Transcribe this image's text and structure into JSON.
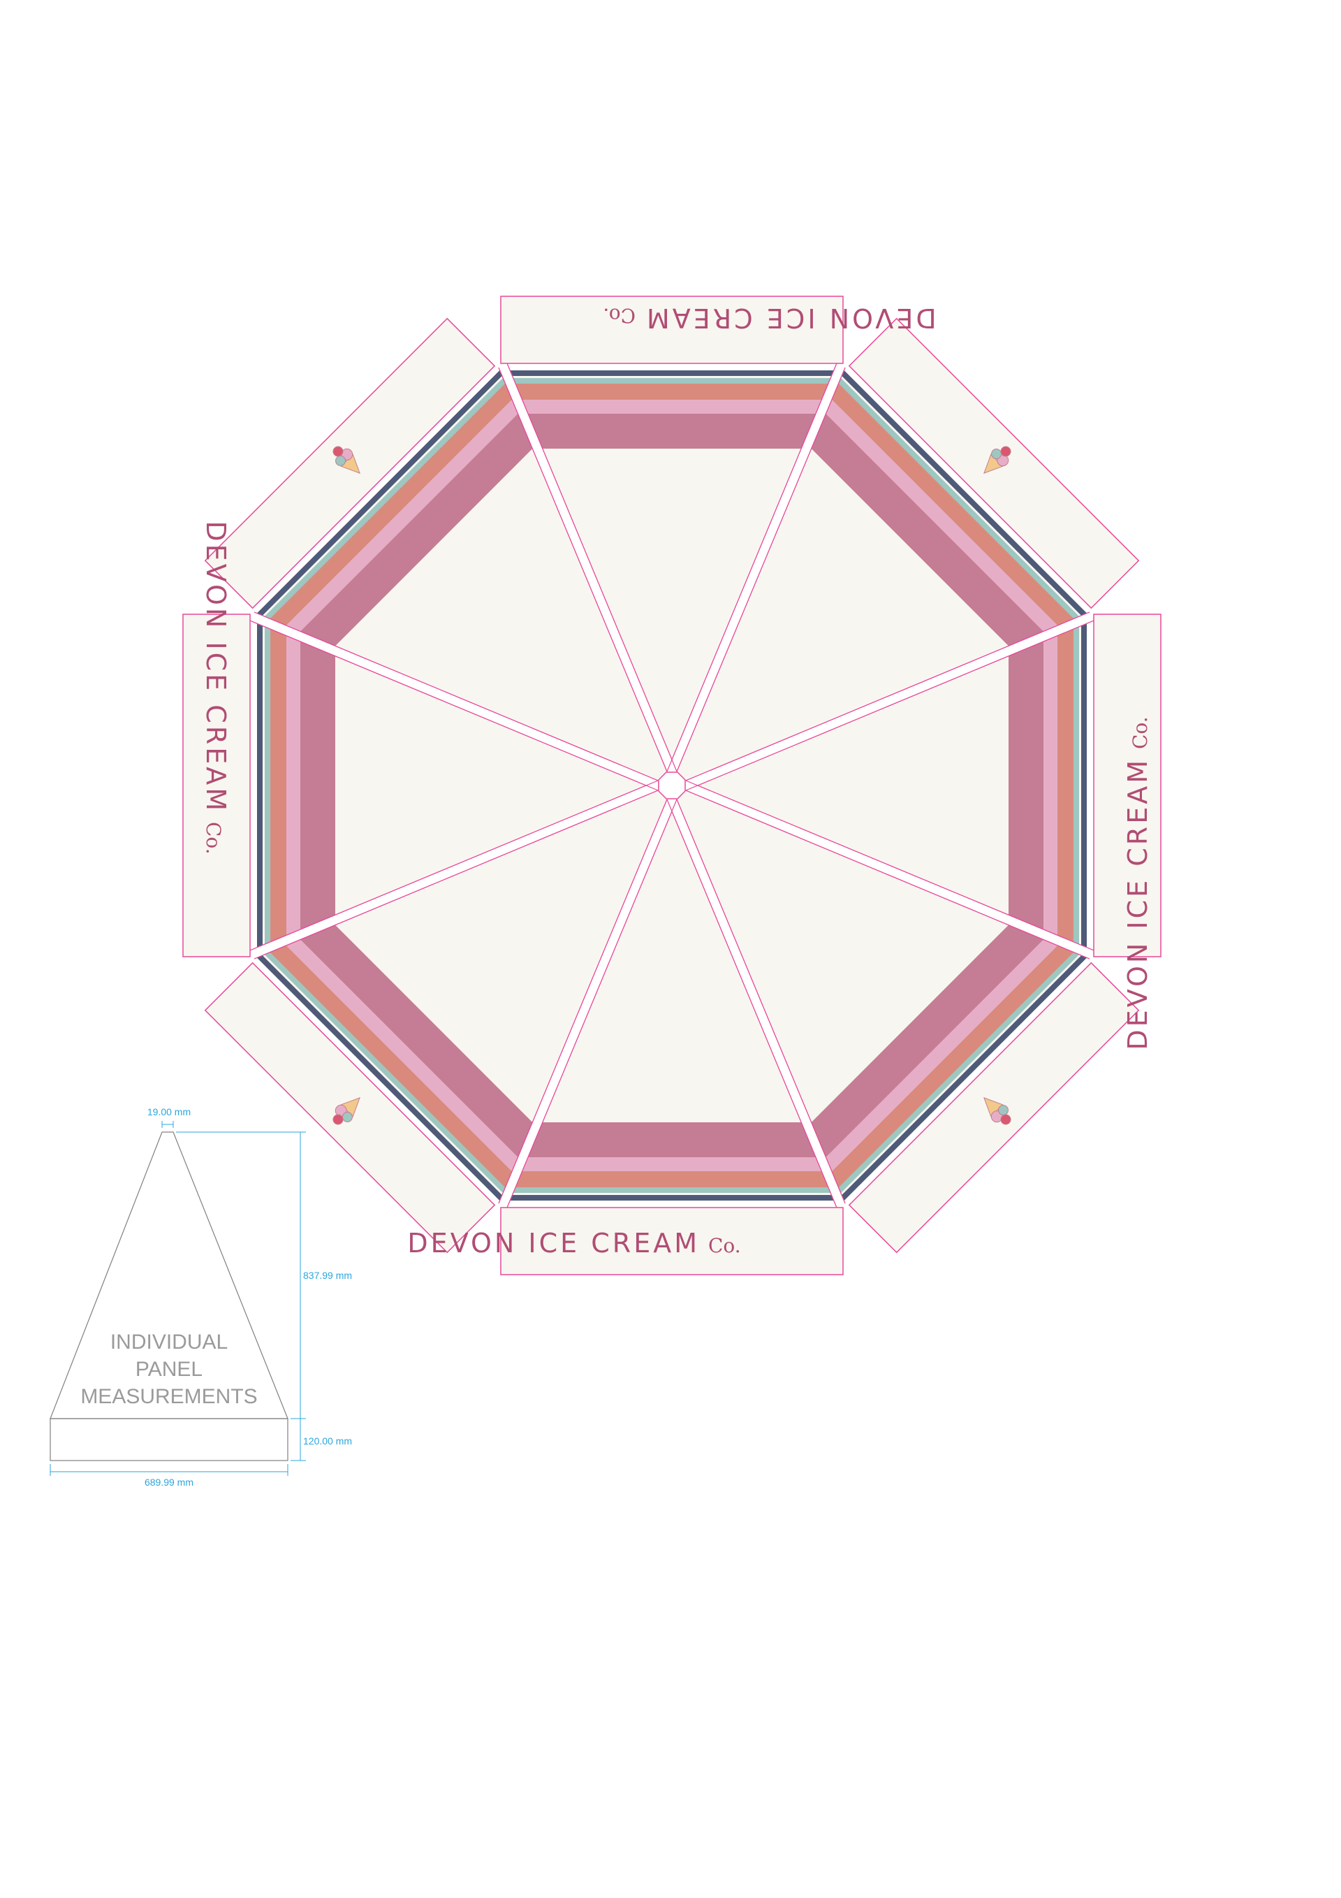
{
  "brand": {
    "name": "DEVON ICE CREAM",
    "suffix": "Co."
  },
  "measurements": {
    "top_width": "19.00 mm",
    "panel_height": "837.99 mm",
    "flap_height": "120.00 mm",
    "base_width": "689.99 mm"
  },
  "panel_title": {
    "line1": "INDIVIDUAL",
    "line2": "PANEL",
    "line3": "MEASUREMENTS"
  },
  "colors": {
    "background": "#ffffff",
    "canopy": "#f8f6f0",
    "outline": "#e8489a",
    "band_dark": "#4f5a78",
    "band_teal": "#9dc7c0",
    "band_coral": "#d98a7c",
    "band_pink": "#e6aec6",
    "band_rose": "#c47d94",
    "brand_text": "#b04d74",
    "dimension": "#2ba6de",
    "panel_line": "#808080",
    "panel_title": "#9a9a9a"
  }
}
